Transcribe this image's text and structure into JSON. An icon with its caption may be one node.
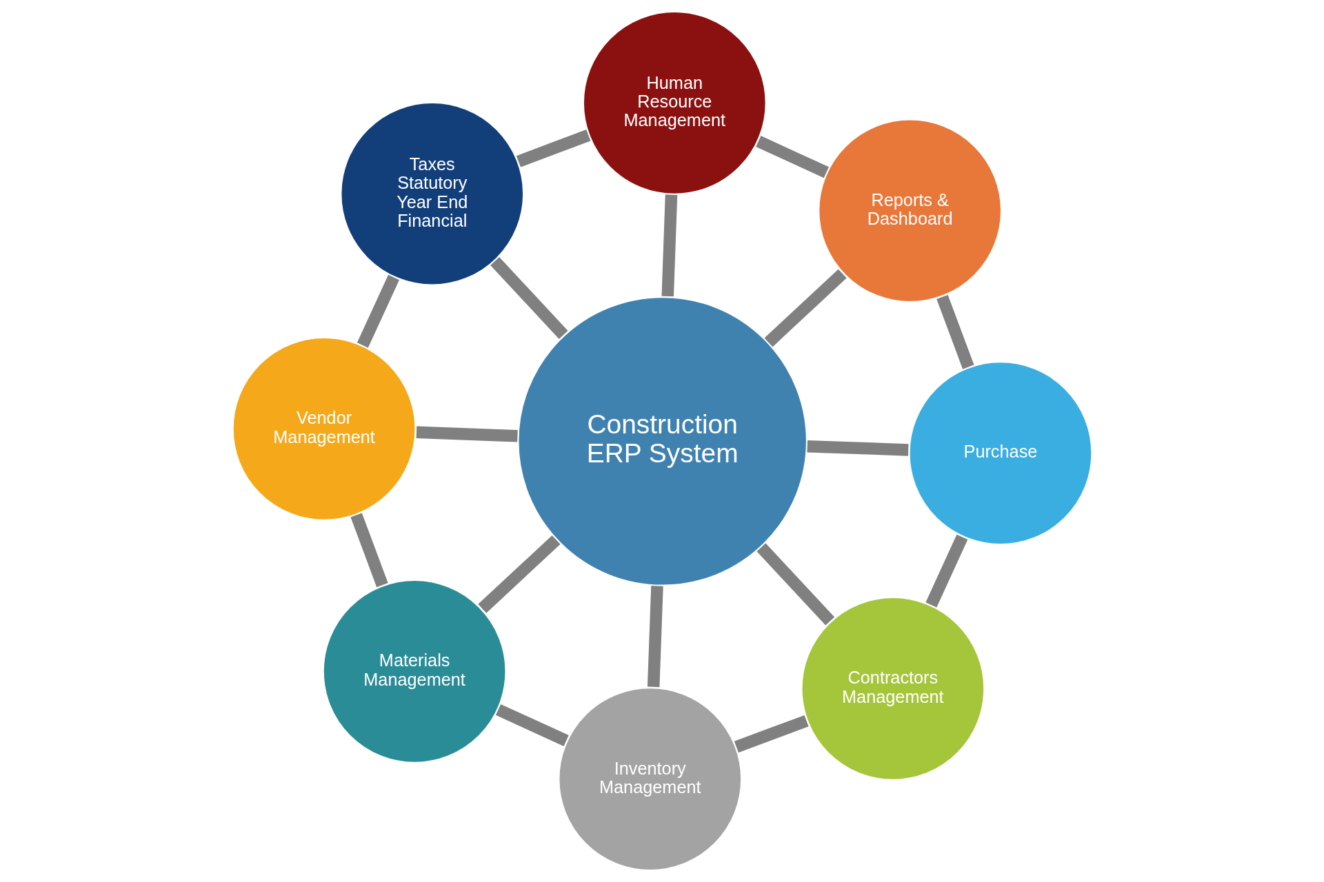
{
  "diagram": {
    "nodes": [
      {
        "text": [
          "Construction ERP System"
        ]
      },
      {
        "text": [
          "Purchase"
        ]
      },
      {
        "text": [
          "Reports & Dashboard"
        ]
      },
      {
        "text": [
          "Human Resource Management"
        ]
      },
      {
        "text": [
          "Taxes Statutory Year End Financial"
        ]
      },
      {
        "text": [
          "Vendor Management"
        ]
      },
      {
        "text": [
          "Materials Management"
        ]
      },
      {
        "text": [
          "Inventory Management"
        ]
      },
      {
        "text": [
          "Contractors Management"
        ]
      }
    ],
    "edges": [
      {
        "from": 0,
        "to": 1,
        "arrow": "none"
      },
      {
        "from": 0,
        "to": 2,
        "arrow": "none"
      },
      {
        "from": 0,
        "to": 3,
        "arrow": "none"
      },
      {
        "from": 0,
        "to": 4,
        "arrow": "none"
      },
      {
        "from": 0,
        "to": 5,
        "arrow": "none"
      },
      {
        "from": 0,
        "to": 6,
        "arrow": "none"
      },
      {
        "from": 0,
        "to": 7,
        "arrow": "none"
      },
      {
        "from": 0,
        "to": 8,
        "arrow": "none"
      },
      {
        "from": 1,
        "to": 2,
        "arrow": "none"
      },
      {
        "from": 2,
        "to": 3,
        "arrow": "none"
      },
      {
        "from": 3,
        "to": 4,
        "arrow": "none"
      },
      {
        "from": 4,
        "to": 5,
        "arrow": "none"
      },
      {
        "from": 5,
        "to": 6,
        "arrow": "none"
      },
      {
        "from": 6,
        "to": 7,
        "arrow": "none"
      },
      {
        "from": 7,
        "to": 8,
        "arrow": "none"
      },
      {
        "from": 8,
        "to": 1,
        "arrow": "none"
      }
    ]
  }
}
